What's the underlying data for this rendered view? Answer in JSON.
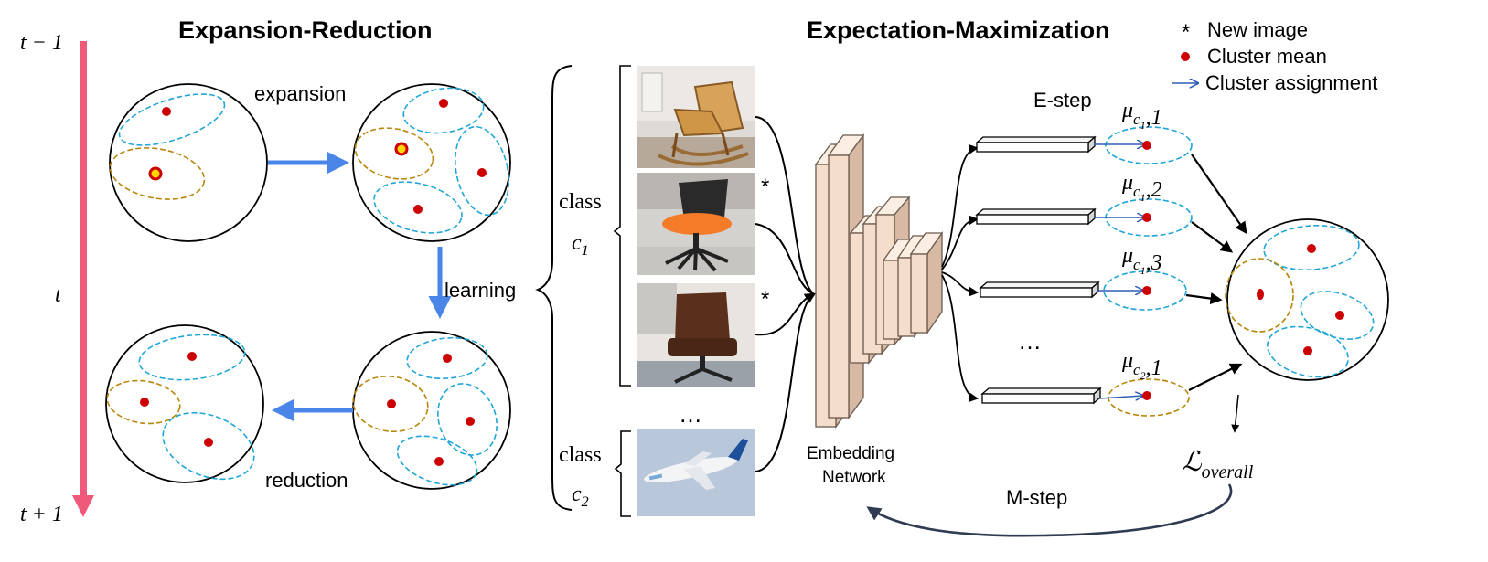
{
  "titles": {
    "expansion_reduction": "Expansion-Reduction",
    "expectation_maximization": "Expectation-Maximization"
  },
  "legend": {
    "new_image": "New image",
    "cluster_mean": "Cluster mean",
    "cluster_assignment": "Cluster assignment"
  },
  "timeline": {
    "t_minus_1": "t − 1",
    "t": "t",
    "t_plus_1": "t + 1"
  },
  "labels": {
    "expansion": "expansion",
    "learning": "learning",
    "reduction": "reduction",
    "class_word": "class",
    "c1": "c",
    "c1_sub": "1",
    "c2": "c",
    "c2_sub": "2",
    "ellipsis": "…",
    "embedding_line1": "Embedding",
    "embedding_line2": "Network",
    "e_step": "E-step",
    "m_step": "M-step",
    "mu": "μ",
    "mu_sub_c": "c",
    "mu_labels": [
      {
        "c": "1",
        "k": "1"
      },
      {
        "c": "1",
        "k": "2"
      },
      {
        "c": "1",
        "k": "3"
      },
      {
        "c": "2",
        "k": "1"
      }
    ],
    "loss_symbol": "ℒ",
    "loss_sub": "overall",
    "star": "*"
  },
  "images": [
    {
      "name": "rocking-chair-photo"
    },
    {
      "name": "office-chair-orange-photo"
    },
    {
      "name": "leather-chair-photo"
    },
    {
      "name": "airplane-photo"
    }
  ],
  "colors": {
    "timeline": "#ef5a7a",
    "flow_arrow": "#4a86e8",
    "cyan_cluster": "#21a6d8",
    "gold_cluster": "#b8860b",
    "mean_dot": "#cc0000",
    "highlight_dot": "#ffd700",
    "network_fill": "#f5ddcb",
    "network_stroke": "#6b5a4e",
    "m_step_arrow": "#2f3b52"
  }
}
